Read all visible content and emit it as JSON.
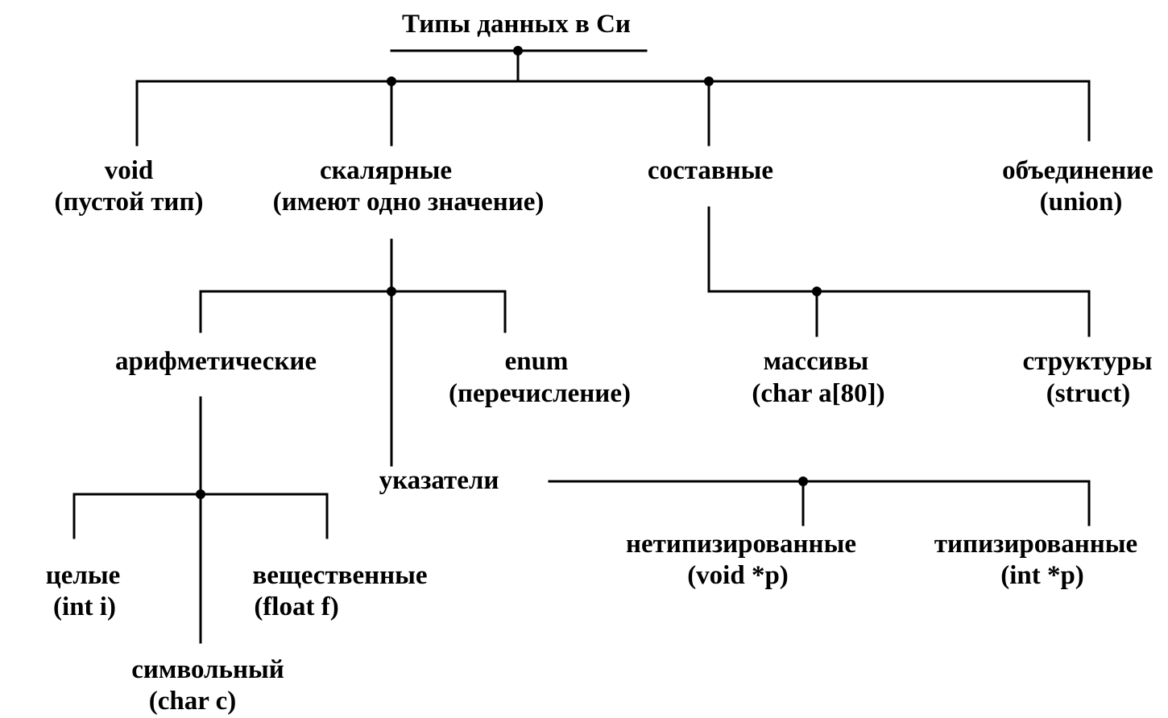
{
  "title": "Типы данных в Си",
  "nodes": {
    "void": {
      "line1": "void",
      "line2": "(пустой тип)"
    },
    "scalar": {
      "line1": "скалярные",
      "line2": "(имеют одно значение)"
    },
    "composite": {
      "line1": "составные"
    },
    "union": {
      "line1": "объединение",
      "line2": "(union)"
    },
    "arithmetic": {
      "line1": "арифметические"
    },
    "enum": {
      "line1": "enum",
      "line2": "(перечисление)"
    },
    "pointers": {
      "line1": "указатели"
    },
    "arrays": {
      "line1": "массивы",
      "line2": "(char a[80])"
    },
    "structs": {
      "line1": "структуры",
      "line2": "(struct)"
    },
    "integer": {
      "line1": "целые",
      "line2": "(int i)"
    },
    "real": {
      "line1": "вещественные",
      "line2": "(float f)"
    },
    "character": {
      "line1": "символьный",
      "line2": "(char c)"
    },
    "untyped": {
      "line1": "нетипизированные",
      "line2": "(void *p)"
    },
    "typed": {
      "line1": "типизированные",
      "line2": "(int *p)"
    }
  },
  "colors": {
    "line": "#000000",
    "text": "#000000",
    "background": "#ffffff"
  }
}
